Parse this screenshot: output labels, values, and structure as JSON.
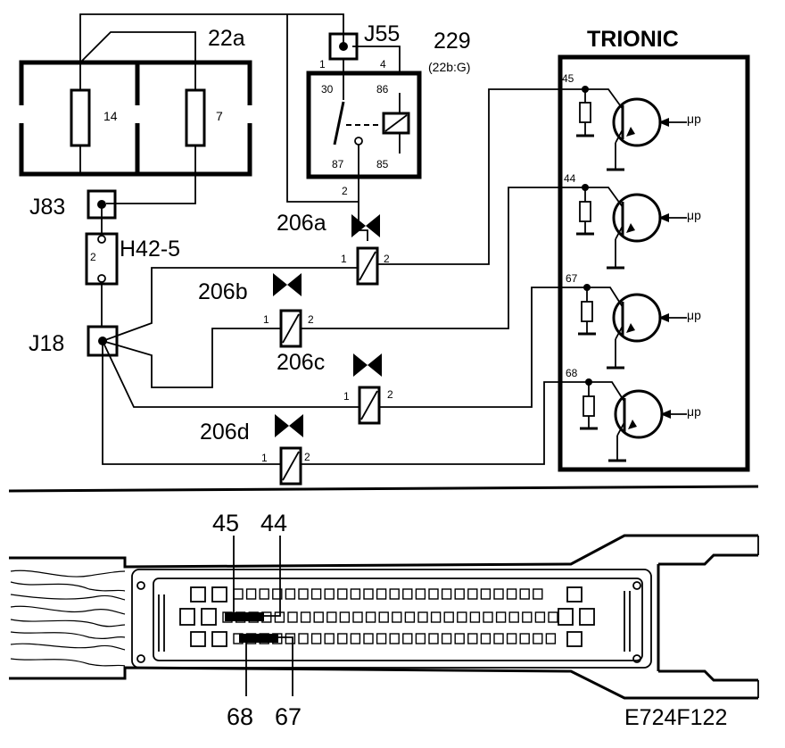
{
  "labels": {
    "fuse_box": "22a",
    "fuse_14": "14",
    "fuse_7": "7",
    "relay_connector": "J55",
    "relay_id": "229",
    "relay_ref": "(22b:G)",
    "relay_pin_1": "1",
    "relay_pin_4": "4",
    "relay_pin_30": "30",
    "relay_pin_86": "86",
    "relay_pin_87": "87",
    "relay_pin_85": "85",
    "relay_pin_2": "2",
    "ecu": "TRIONIC",
    "ecu_pin_45": "45",
    "ecu_pin_44": "44",
    "ecu_pin_67": "67",
    "ecu_pin_68": "68",
    "mu_p": "μp",
    "connector_j83": "J83",
    "connector_h42": "H42-5",
    "h42_pin": "2",
    "connector_j18": "J18",
    "valve_a": "206a",
    "valve_b": "206b",
    "valve_c": "206c",
    "valve_d": "206d",
    "pin_1": "1",
    "pin_2": "2",
    "conn_45": "45",
    "conn_44": "44",
    "conn_68": "68",
    "conn_67": "67",
    "figure_code": "E724F122"
  }
}
